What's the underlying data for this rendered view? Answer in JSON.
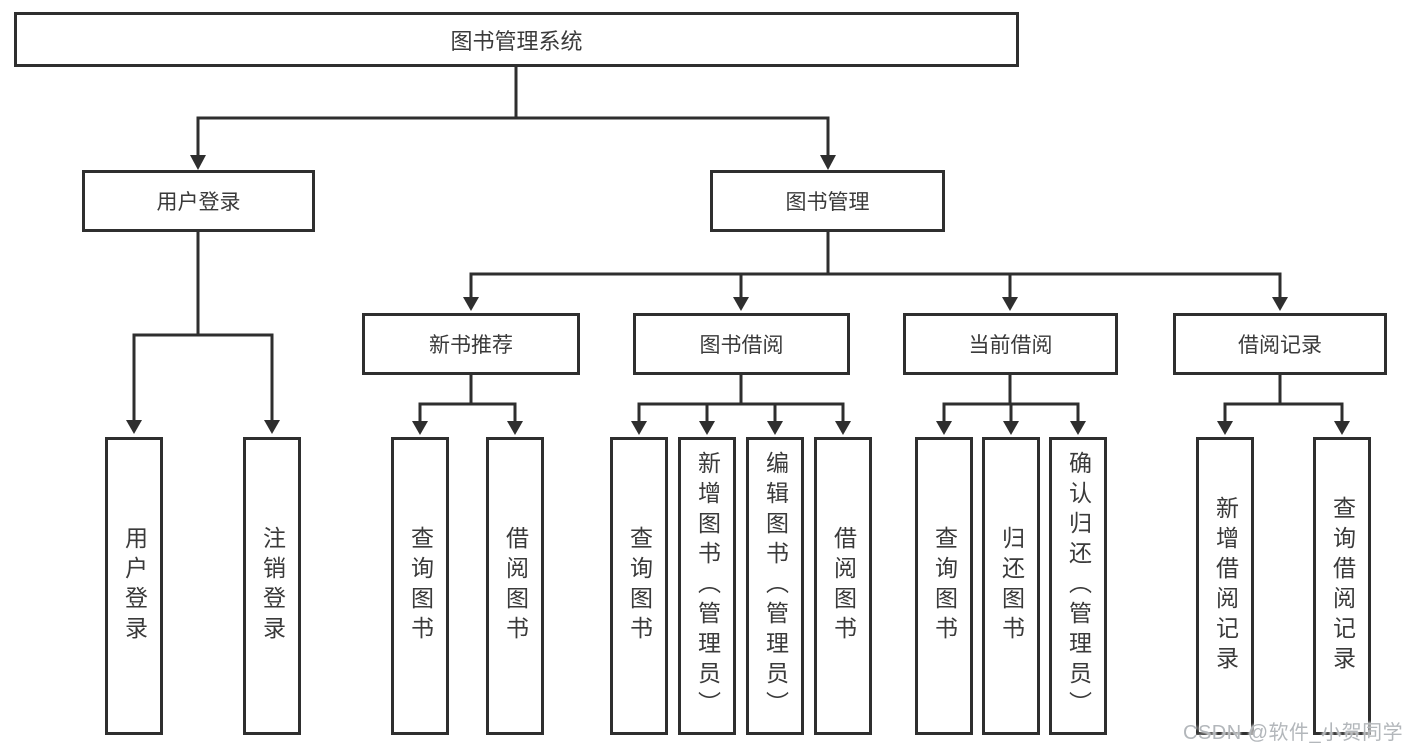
{
  "diagram": {
    "root": {
      "label": "图书管理系统"
    },
    "branches": [
      {
        "label": "用户登录"
      },
      {
        "label": "图书管理"
      }
    ],
    "modules": [
      {
        "label": "新书推荐",
        "parent": "图书管理"
      },
      {
        "label": "图书借阅",
        "parent": "图书管理"
      },
      {
        "label": "当前借阅",
        "parent": "图书管理"
      },
      {
        "label": "借阅记录",
        "parent": "图书管理"
      }
    ],
    "leaves": [
      {
        "label": "用户登录",
        "parent": "用户登录"
      },
      {
        "label": "注销登录",
        "parent": "用户登录"
      },
      {
        "label": "查询图书",
        "parent": "新书推荐"
      },
      {
        "label": "借阅图书",
        "parent": "新书推荐"
      },
      {
        "label": "查询图书",
        "parent": "图书借阅"
      },
      {
        "label": "新增图书（管理员）",
        "parent": "图书借阅"
      },
      {
        "label": "编辑图书（管理员）",
        "parent": "图书借阅"
      },
      {
        "label": "借阅图书",
        "parent": "图书借阅"
      },
      {
        "label": "查询图书",
        "parent": "当前借阅"
      },
      {
        "label": "归还图书",
        "parent": "当前借阅"
      },
      {
        "label": "确认归还（管理员）",
        "parent": "当前借阅"
      },
      {
        "label": "新增借阅记录",
        "parent": "借阅记录"
      },
      {
        "label": "查询借阅记录",
        "parent": "借阅记录"
      }
    ]
  },
  "watermark": {
    "text": "CSDN @软件_小贺同学"
  },
  "colors": {
    "line": "#2e2e2e",
    "box_border": "#2f2f2f",
    "text": "#3a3a3a",
    "watermark": "#b3b7bb",
    "background": "#ffffff"
  }
}
